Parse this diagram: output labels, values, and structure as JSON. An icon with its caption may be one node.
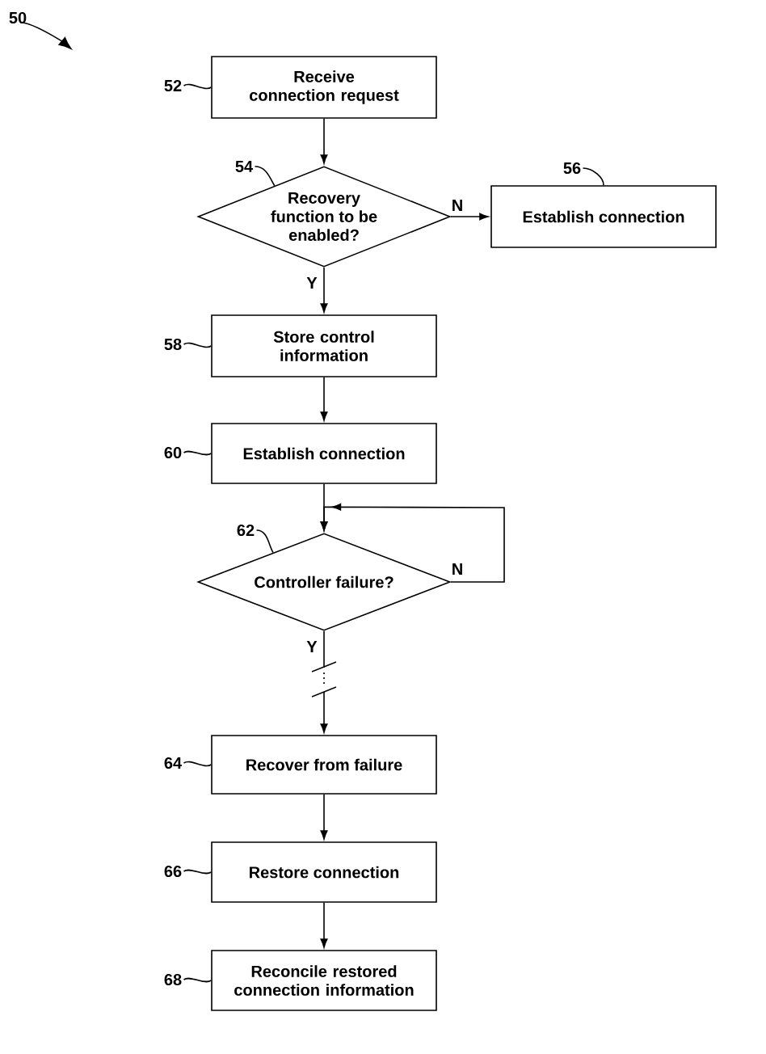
{
  "diagram": {
    "nodes": [
      {
        "text": [
          "50"
        ]
      },
      {
        "text": [
          "52"
        ]
      },
      {
        "text": [
          "Receive connection request"
        ]
      },
      {
        "text": [
          "54"
        ]
      },
      {
        "text": [
          "Recovery function to be enabled?"
        ]
      },
      {
        "text": [
          "56"
        ]
      },
      {
        "text": [
          "Establish connection"
        ]
      },
      {
        "text": [
          "58"
        ]
      },
      {
        "text": [
          "Store control information"
        ]
      },
      {
        "text": [
          "60"
        ]
      },
      {
        "text": [
          "Establish connection"
        ]
      },
      {
        "text": [
          "62"
        ]
      },
      {
        "text": [
          "Controller failure?"
        ]
      },
      {
        "text": [
          "64"
        ]
      },
      {
        "text": [
          "Recover from failure"
        ]
      },
      {
        "text": [
          "66"
        ]
      },
      {
        "text": [
          "Restore connection"
        ]
      },
      {
        "text": [
          "68"
        ]
      },
      {
        "text": [
          "Reconcile restored connection information"
        ]
      }
    ],
    "edges": [
      {
        "from": 0,
        "to": null,
        "arrow": "to"
      },
      {
        "from": 1,
        "to": 2,
        "arrow": "none"
      },
      {
        "from": 3,
        "to": 4,
        "arrow": "none"
      },
      {
        "from": 5,
        "to": 6,
        "arrow": "none"
      },
      {
        "from": 7,
        "to": 8,
        "arrow": "none"
      },
      {
        "from": 9,
        "to": 10,
        "arrow": "none"
      },
      {
        "from": 11,
        "to": 12,
        "arrow": "none"
      },
      {
        "from": 13,
        "to": 14,
        "arrow": "none"
      },
      {
        "from": 15,
        "to": 16,
        "arrow": "none"
      },
      {
        "from": 17,
        "to": 18,
        "arrow": "none"
      },
      {
        "from": 2,
        "to": 4,
        "arrow": "to"
      },
      {
        "from": 4,
        "to": 6,
        "arrow": "to",
        "label": "N"
      },
      {
        "from": 4,
        "to": 8,
        "arrow": "to",
        "label": "Y"
      },
      {
        "from": 8,
        "to": 10,
        "arrow": "to"
      },
      {
        "from": 10,
        "to": 12,
        "arrow": "to"
      },
      {
        "from": 12,
        "to": 12,
        "arrow": "to",
        "label": "N"
      },
      {
        "from": 12,
        "to": 14,
        "arrow": "to",
        "label": "Y"
      },
      {
        "from": 14,
        "to": 16,
        "arrow": "to"
      },
      {
        "from": 16,
        "to": 18,
        "arrow": "to"
      }
    ]
  }
}
